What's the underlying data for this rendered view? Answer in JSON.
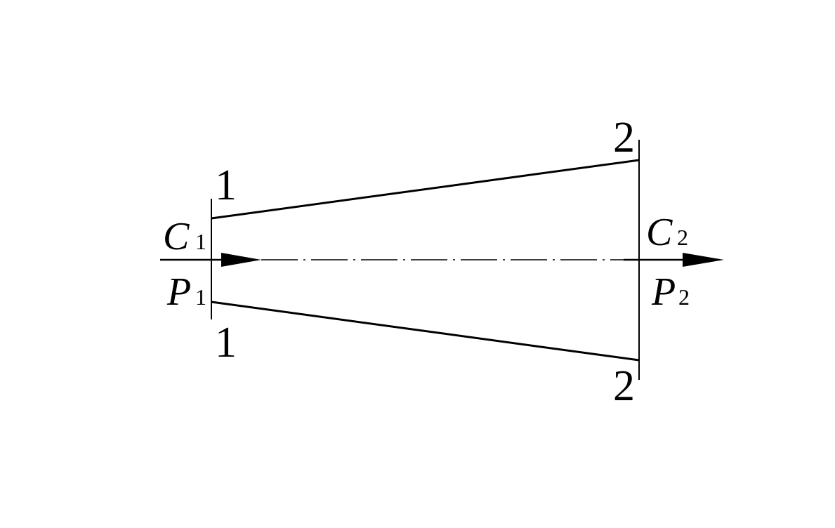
{
  "diagram": {
    "inlet": {
      "section_label_top": "1",
      "section_label_bottom": "1",
      "velocity_symbol": "C",
      "velocity_subscript": "1",
      "pressure_symbol": "P",
      "pressure_subscript": "1"
    },
    "outlet": {
      "section_label_top": "2",
      "section_label_bottom": "2",
      "velocity_symbol": "C",
      "velocity_subscript": "2",
      "pressure_symbol": "P",
      "pressure_subscript": "2"
    }
  }
}
